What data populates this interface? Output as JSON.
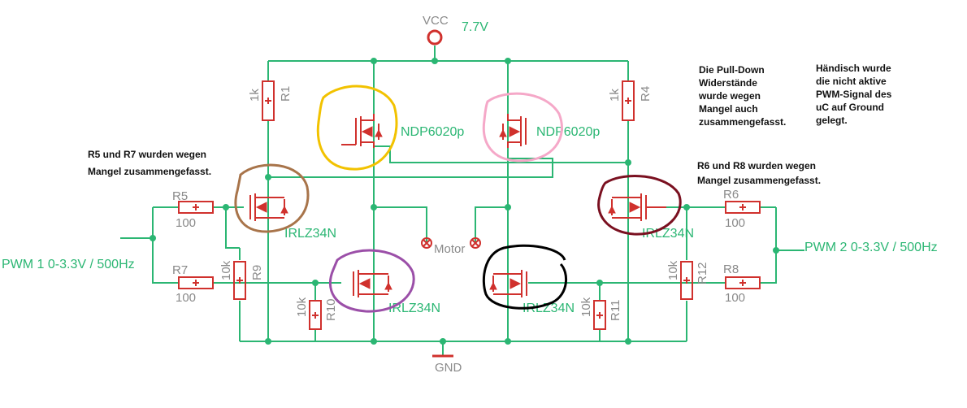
{
  "supply": {
    "name": "VCC",
    "voltage": "7.7V"
  },
  "ground": "GND",
  "inputs": {
    "left": "PWM 1 0-3.3V / 500Hz",
    "right": "PWM 2 0-3.3V / 500Hz"
  },
  "load": "Motor",
  "transistors": {
    "p_left": "NDP6020p",
    "p_right": "NDP6020p",
    "n_low_left": "IRLZ34N",
    "n_low_right": "IRLZ34N",
    "n_drv_left": "IRLZ34N",
    "n_drv_right": "IRLZ34N"
  },
  "resistors": {
    "R1": {
      "name": "R1",
      "value": "1k"
    },
    "R4": {
      "name": "R4",
      "value": "1k"
    },
    "R5": {
      "name": "R5",
      "value": "100"
    },
    "R7": {
      "name": "R7",
      "value": "100"
    },
    "R6": {
      "name": "R6",
      "value": "100"
    },
    "R8": {
      "name": "R8",
      "value": "100"
    },
    "R9": {
      "name": "R9",
      "value": "10k"
    },
    "R10": {
      "name": "R10",
      "value": "10k"
    },
    "R11": {
      "name": "R11",
      "value": "10k"
    },
    "R12": {
      "name": "R12",
      "value": "10k"
    }
  },
  "notes": {
    "left": [
      "R5 und R7 wurden wegen",
      "Mangel zusammengefasst."
    ],
    "right": [
      "R6 und R8 wurden wegen",
      "Mangel zusammengefasst."
    ],
    "pulldown": [
      "Die Pull-Down",
      "Widerstände",
      "wurde wegen",
      "Mangel auch",
      "zusammengefasst."
    ],
    "ground": [
      "Händisch wurde",
      "die nicht aktive",
      "PWM-Signal des",
      "uC auf Ground",
      "gelegt."
    ]
  },
  "colors": {
    "wire": "#2bb673",
    "component": "#d0312d",
    "circle_p_left": "#f2c200",
    "circle_p_right": "#f5a8c8",
    "circle_drv_left": "#a8744a",
    "circle_low_left": "#9b4fa8",
    "circle_low_right": "#000000",
    "circle_drv_right": "#7a1020"
  }
}
